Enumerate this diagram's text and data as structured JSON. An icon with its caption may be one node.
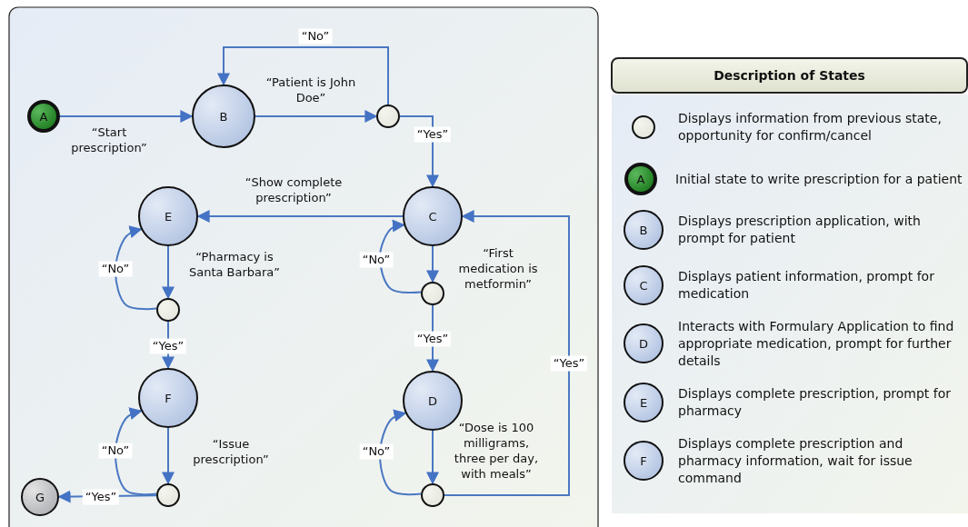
{
  "diagram": {
    "nodes": [
      {
        "text": [
          "A"
        ]
      },
      {
        "text": [
          "B"
        ]
      },
      {
        "text": [],
        "shape": "circle"
      },
      {
        "text": [
          "E"
        ]
      },
      {
        "text": [
          "C"
        ]
      },
      {
        "text": [],
        "shape": "circle"
      },
      {
        "text": [],
        "shape": "circle"
      },
      {
        "text": [
          "F"
        ]
      },
      {
        "text": [
          "D"
        ]
      },
      {
        "text": [
          "G"
        ]
      },
      {
        "text": [],
        "shape": "circle"
      },
      {
        "text": [],
        "shape": "circle"
      },
      {
        "text": [
          "Description of States"
        ]
      },
      {
        "text": [],
        "shape": "circle",
        "beside": [
          "Displays information from previous state, opportunity for confirm/cancel"
        ]
      },
      {
        "text": [
          "A"
        ],
        "beside": [
          "Initial state to write prescription for a patient"
        ]
      },
      {
        "text": [
          "B"
        ],
        "beside": [
          "Displays prescription application, with prompt for patient"
        ]
      },
      {
        "text": [
          "C"
        ],
        "beside": [
          "Displays patient information, prompt for medication"
        ]
      },
      {
        "text": [
          "D"
        ],
        "beside": [
          "Interacts with Formulary Application to find appropriate medication, prompt for further details"
        ]
      },
      {
        "text": [
          "E"
        ],
        "beside": [
          "Displays complete prescription, prompt for pharmacy"
        ]
      },
      {
        "text": [
          "F"
        ],
        "beside": [
          "Displays complete prescription and pharmacy information, wait for issue command"
        ]
      }
    ],
    "edges": [
      {
        "from": 0,
        "to": 1,
        "arrow": "to",
        "label": "“Start prescription”"
      },
      {
        "from": 1,
        "to": 2,
        "arrow": "to",
        "label": "“Patient is John Doe”"
      },
      {
        "from": 2,
        "to": 1,
        "arrow": "to",
        "label": "“No”"
      },
      {
        "from": 2,
        "to": 4,
        "arrow": "to",
        "label": "“Yes”"
      },
      {
        "from": 4,
        "to": 3,
        "arrow": "to",
        "label": "“Show complete prescription”"
      },
      {
        "from": 4,
        "to": 6,
        "arrow": "to",
        "label": "“First medication is metformin”"
      },
      {
        "from": 6,
        "to": 4,
        "arrow": "to",
        "label": "“No”"
      },
      {
        "from": 6,
        "to": 8,
        "arrow": "to",
        "label": "“Yes”"
      },
      {
        "from": 8,
        "to": 11,
        "arrow": "to",
        "label": "“Dose is 100 milligrams, three per day, with meals”"
      },
      {
        "from": 11,
        "to": 8,
        "arrow": "to",
        "label": "“No”"
      },
      {
        "from": 11,
        "to": 4,
        "arrow": "to",
        "label": "“Yes”"
      },
      {
        "from": 3,
        "to": 5,
        "arrow": "to",
        "label": "“Pharmacy is Santa Barbara”"
      },
      {
        "from": 5,
        "to": 3,
        "arrow": "to",
        "label": "“No”"
      },
      {
        "from": 5,
        "to": 7,
        "arrow": "to",
        "label": "“Yes”"
      },
      {
        "from": 7,
        "to": 10,
        "arrow": "to",
        "label": "“Issue prescription”"
      },
      {
        "from": 10,
        "to": 7,
        "arrow": "to",
        "label": "“No”"
      },
      {
        "from": 10,
        "to": 9,
        "arrow": "to",
        "label": "“Yes”"
      }
    ]
  }
}
